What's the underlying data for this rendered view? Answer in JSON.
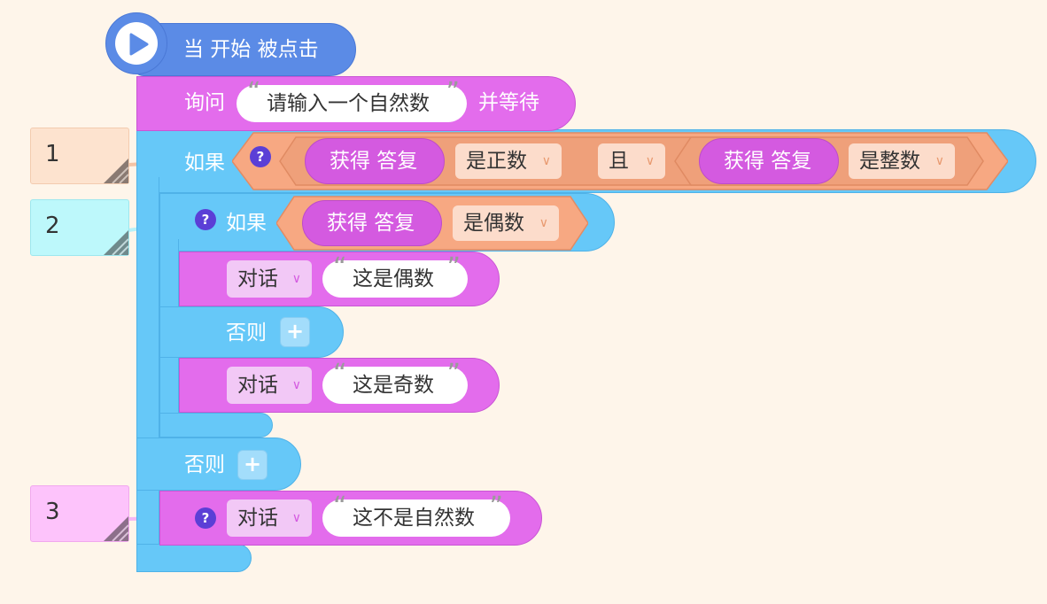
{
  "event_block": {
    "label": "当 开始 被点击",
    "icon": "play-icon"
  },
  "ask_block": {
    "prefix": "询问",
    "question": "请输入一个自然数",
    "suffix": "并等待"
  },
  "outer_if": {
    "label": "如果",
    "left_reporter": "获得 答复",
    "left_option": "是正数",
    "operator": "且",
    "right_reporter": "获得 答复",
    "right_option": "是整数",
    "else_label": "否则"
  },
  "inner_if": {
    "label": "如果",
    "reporter": "获得 答复",
    "option": "是偶数",
    "else_label": "否则"
  },
  "say_even": {
    "mode": "对话",
    "text": "这是偶数"
  },
  "say_odd": {
    "mode": "对话",
    "text": "这是奇数"
  },
  "say_not_natural": {
    "mode": "对话",
    "text": "这不是自然数"
  },
  "plus_symbol": "+",
  "help_symbol": "?",
  "quote_open": "“",
  "quote_close": "”",
  "notes": [
    {
      "number": "1",
      "color": "#FDE3CF"
    },
    {
      "number": "2",
      "color": "#BDF8FB"
    },
    {
      "number": "3",
      "color": "#FDC3FB"
    }
  ],
  "colors": {
    "background": "#FEF5EA",
    "event": "#5B8BE6",
    "control": "#66C8F8",
    "looks": "#E36CEC",
    "operator": "#F7A882",
    "help": "#5B3FD6"
  }
}
